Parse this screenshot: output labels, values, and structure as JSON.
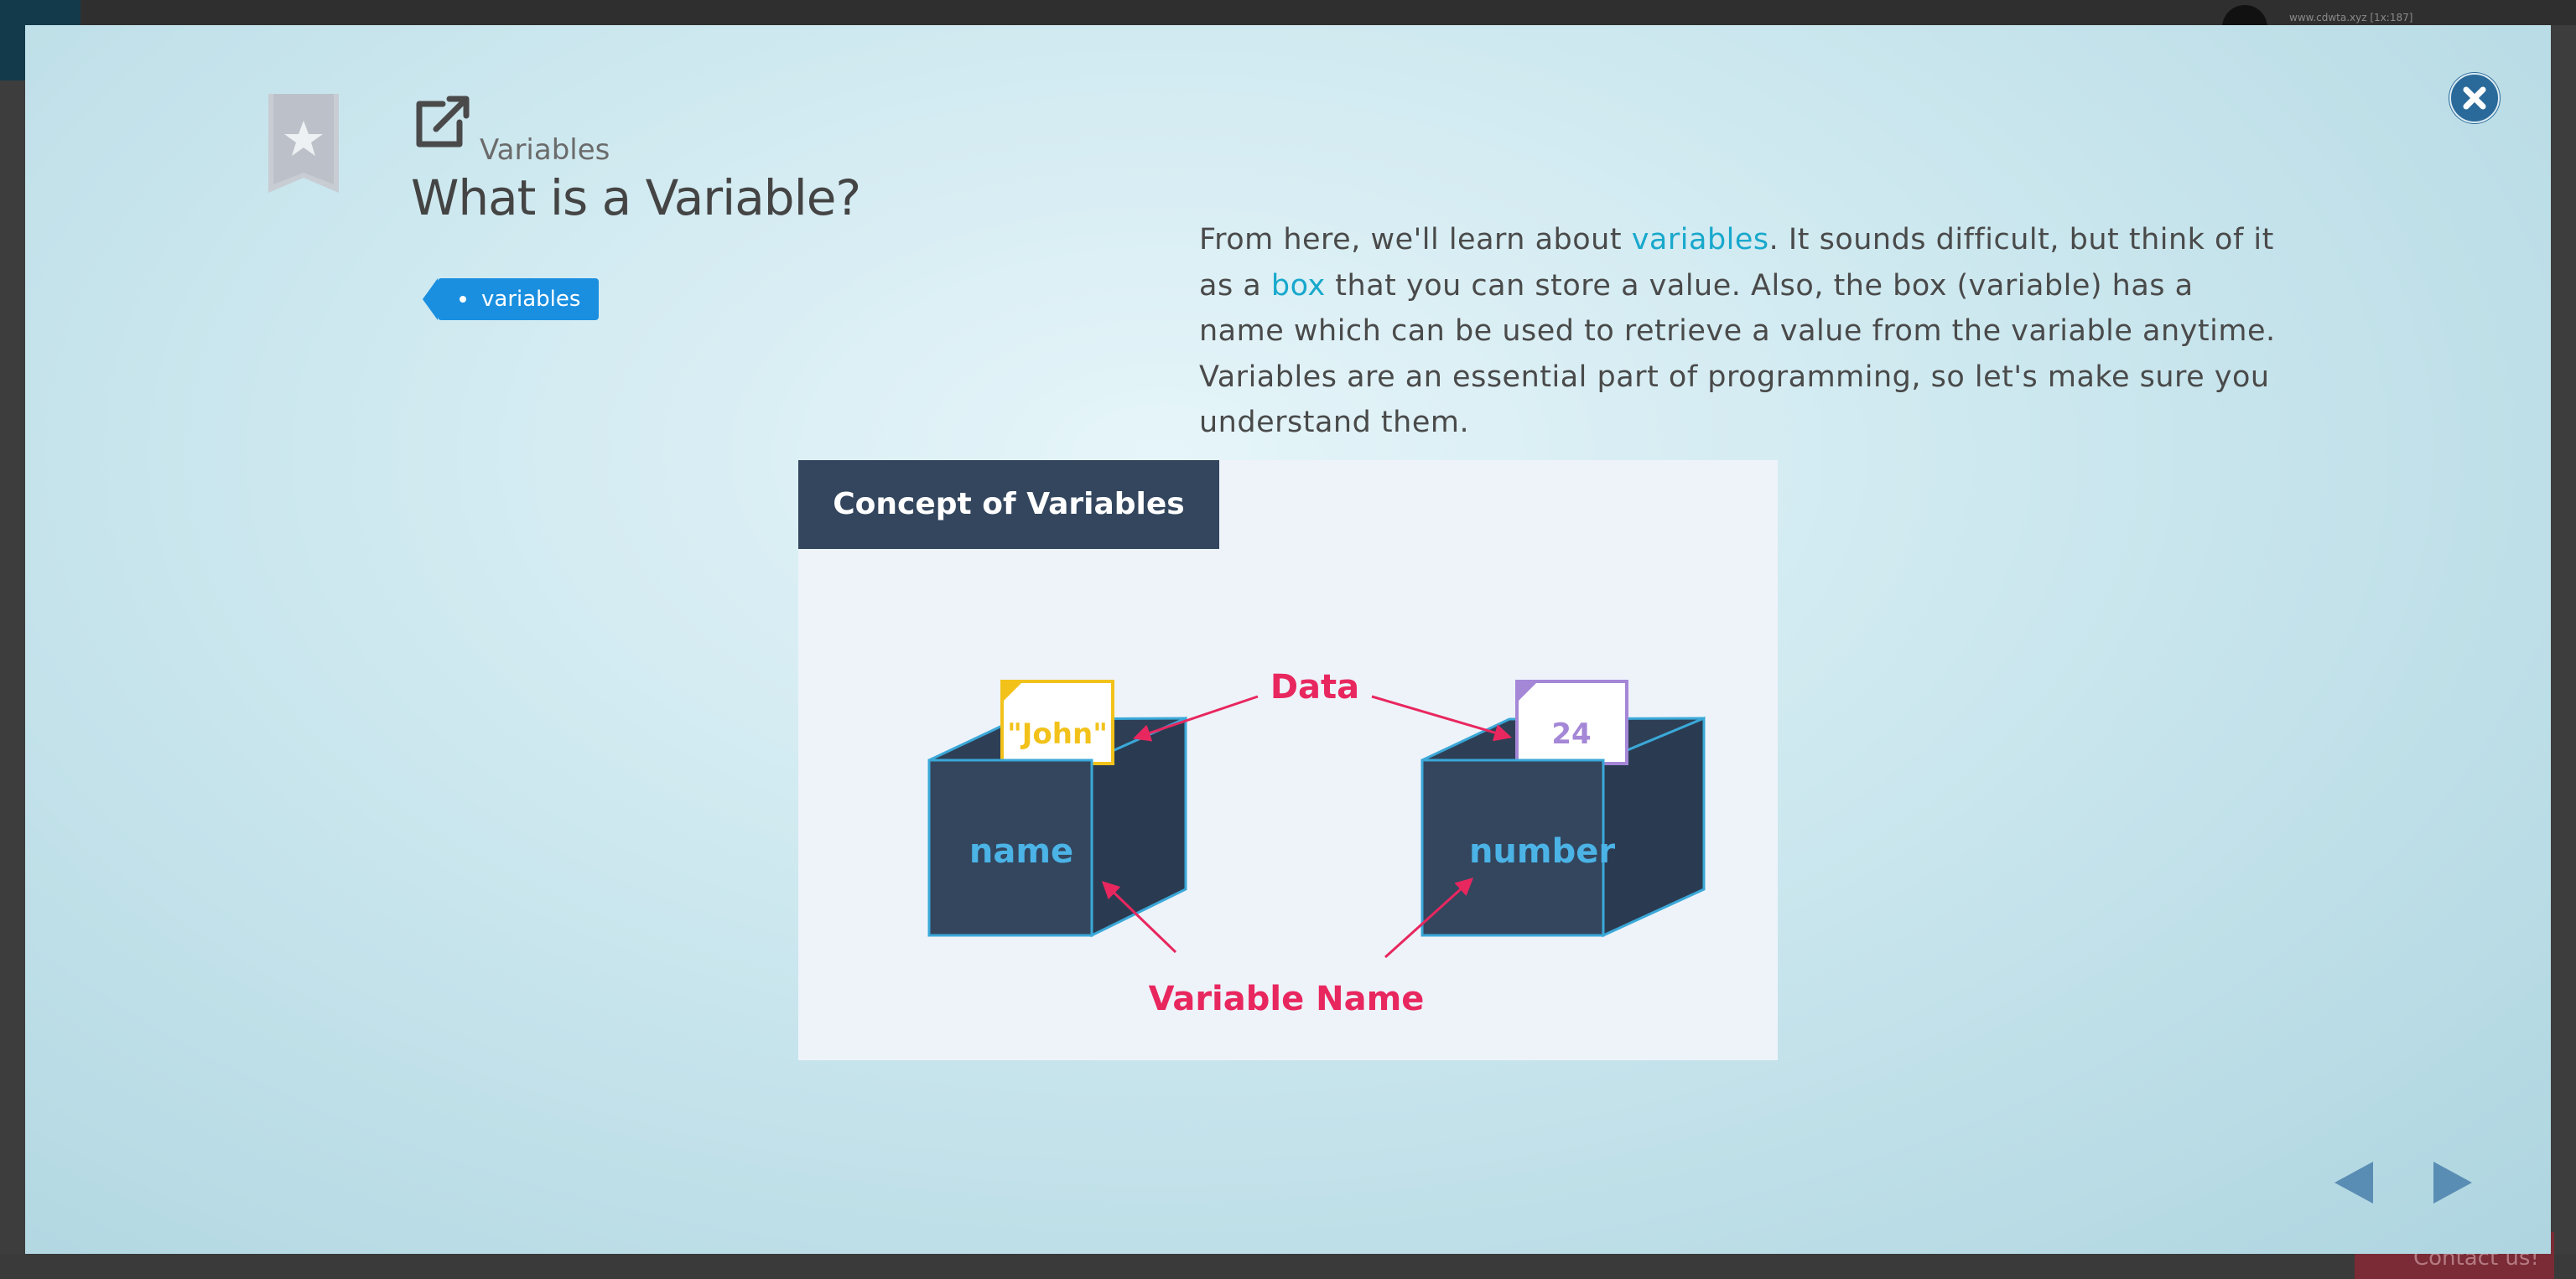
{
  "background": {
    "url_text": "www.cdwta.xyz [1x:187]",
    "contact_label": "Contact us!"
  },
  "lesson": {
    "section": "Variables",
    "title": "What is a Variable?",
    "tag": "variables",
    "description": {
      "part1": "From here, we'll learn about ",
      "link1": "variables",
      "part2": ". It sounds difficult, but think of it as a ",
      "link2": "box",
      "part3": " that you can store a value. Also, the box (variable) has a name which can be used to retrieve a value from the variable anytime. Variables are an essential part of programming, so let's make sure you understand them."
    }
  },
  "slide": {
    "header": "Concept of Variables",
    "data_label": "Data",
    "var_name_label": "Variable Name",
    "box1": {
      "value": "\"John\"",
      "name": "name"
    },
    "box2": {
      "value": "24",
      "name": "number"
    }
  },
  "colors": {
    "accent": "#18a8cc",
    "tag": "#1a8fe0",
    "close": "#2a6a9a",
    "arrow": "#e8275f",
    "box": "#33465e",
    "box_edge": "#3aa8d8",
    "paper1": "#f2c21b",
    "paper2": "#a487d6"
  },
  "icons": {
    "bookmark": "star-bookmark-icon",
    "external": "external-link-icon",
    "close": "close-icon",
    "prev": "triangle-left-icon",
    "next": "triangle-right-icon"
  }
}
